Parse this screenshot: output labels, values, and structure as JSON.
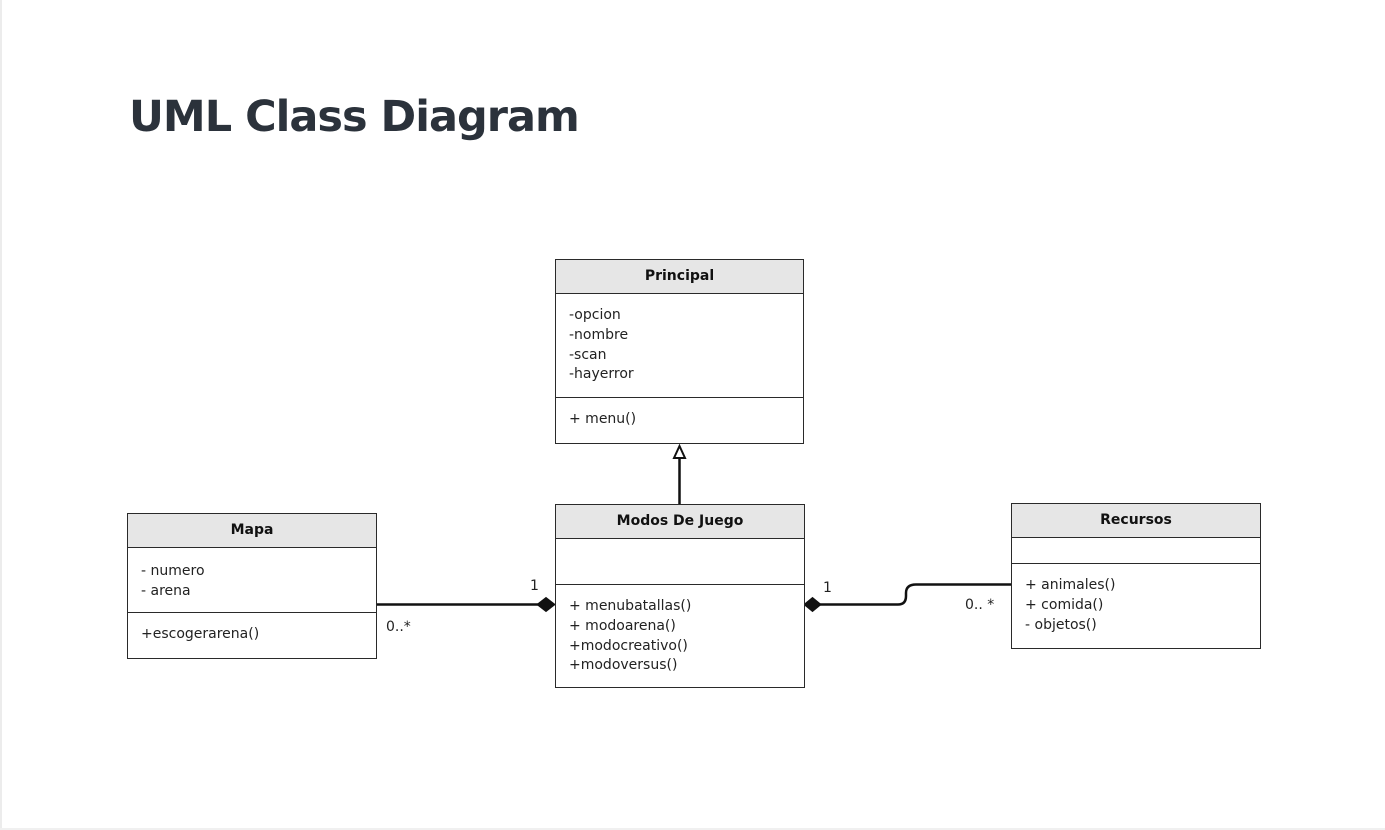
{
  "title": "UML Class Diagram",
  "classes": {
    "principal": {
      "name": "Principal",
      "attributes": [
        "-opcion",
        "-nombre",
        "-scan",
        "-hayerror"
      ],
      "methods": [
        "+ menu()"
      ]
    },
    "modos": {
      "name": "Modos De Juego",
      "attributes": [],
      "methods": [
        "+ menubatallas()",
        "+ modoarena()",
        "+modocreativo()",
        "+modoversus()"
      ]
    },
    "mapa": {
      "name": "Mapa",
      "attributes": [
        "- numero",
        "- arena"
      ],
      "methods": [
        "+escogerarena()"
      ]
    },
    "recursos": {
      "name": "Recursos",
      "attributes": [],
      "methods": [
        "+ animales()",
        "+ comida()",
        "- objetos()"
      ]
    }
  },
  "relationships": [
    {
      "type": "generalization",
      "from": "Modos De Juego",
      "to": "Principal"
    },
    {
      "type": "composition",
      "whole": "Modos De Juego",
      "part": "Mapa",
      "whole_multiplicity": "1",
      "part_multiplicity": "0..*"
    },
    {
      "type": "composition",
      "whole": "Modos De Juego",
      "part": "Recursos",
      "whole_multiplicity": "1",
      "part_multiplicity": "0.. *"
    }
  ]
}
